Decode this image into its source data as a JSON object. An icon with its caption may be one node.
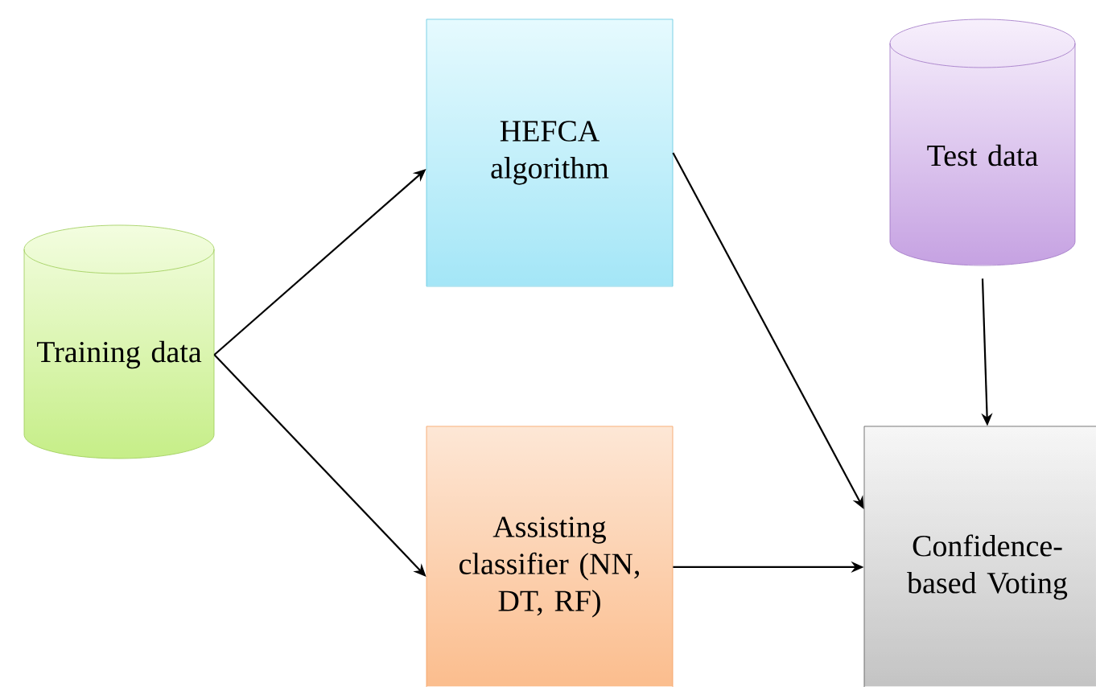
{
  "diagram": {
    "nodes": [
      {
        "text": [
          "Training data"
        ]
      },
      {
        "text": [
          "HEFCA algorithm"
        ]
      },
      {
        "text": [
          "Assisting classifier (NN, DT, RF)"
        ]
      },
      {
        "text": [
          "Test data"
        ]
      },
      {
        "text": [
          "Confidence-based Voting"
        ]
      }
    ],
    "edges": [
      {
        "from": 0,
        "to": 1,
        "arrow": "to"
      },
      {
        "from": 0,
        "to": 2,
        "arrow": "to"
      },
      {
        "from": 1,
        "to": 4,
        "arrow": "to"
      },
      {
        "from": 2,
        "to": 4,
        "arrow": "to"
      },
      {
        "from": 3,
        "to": 4,
        "arrow": "to"
      }
    ]
  }
}
